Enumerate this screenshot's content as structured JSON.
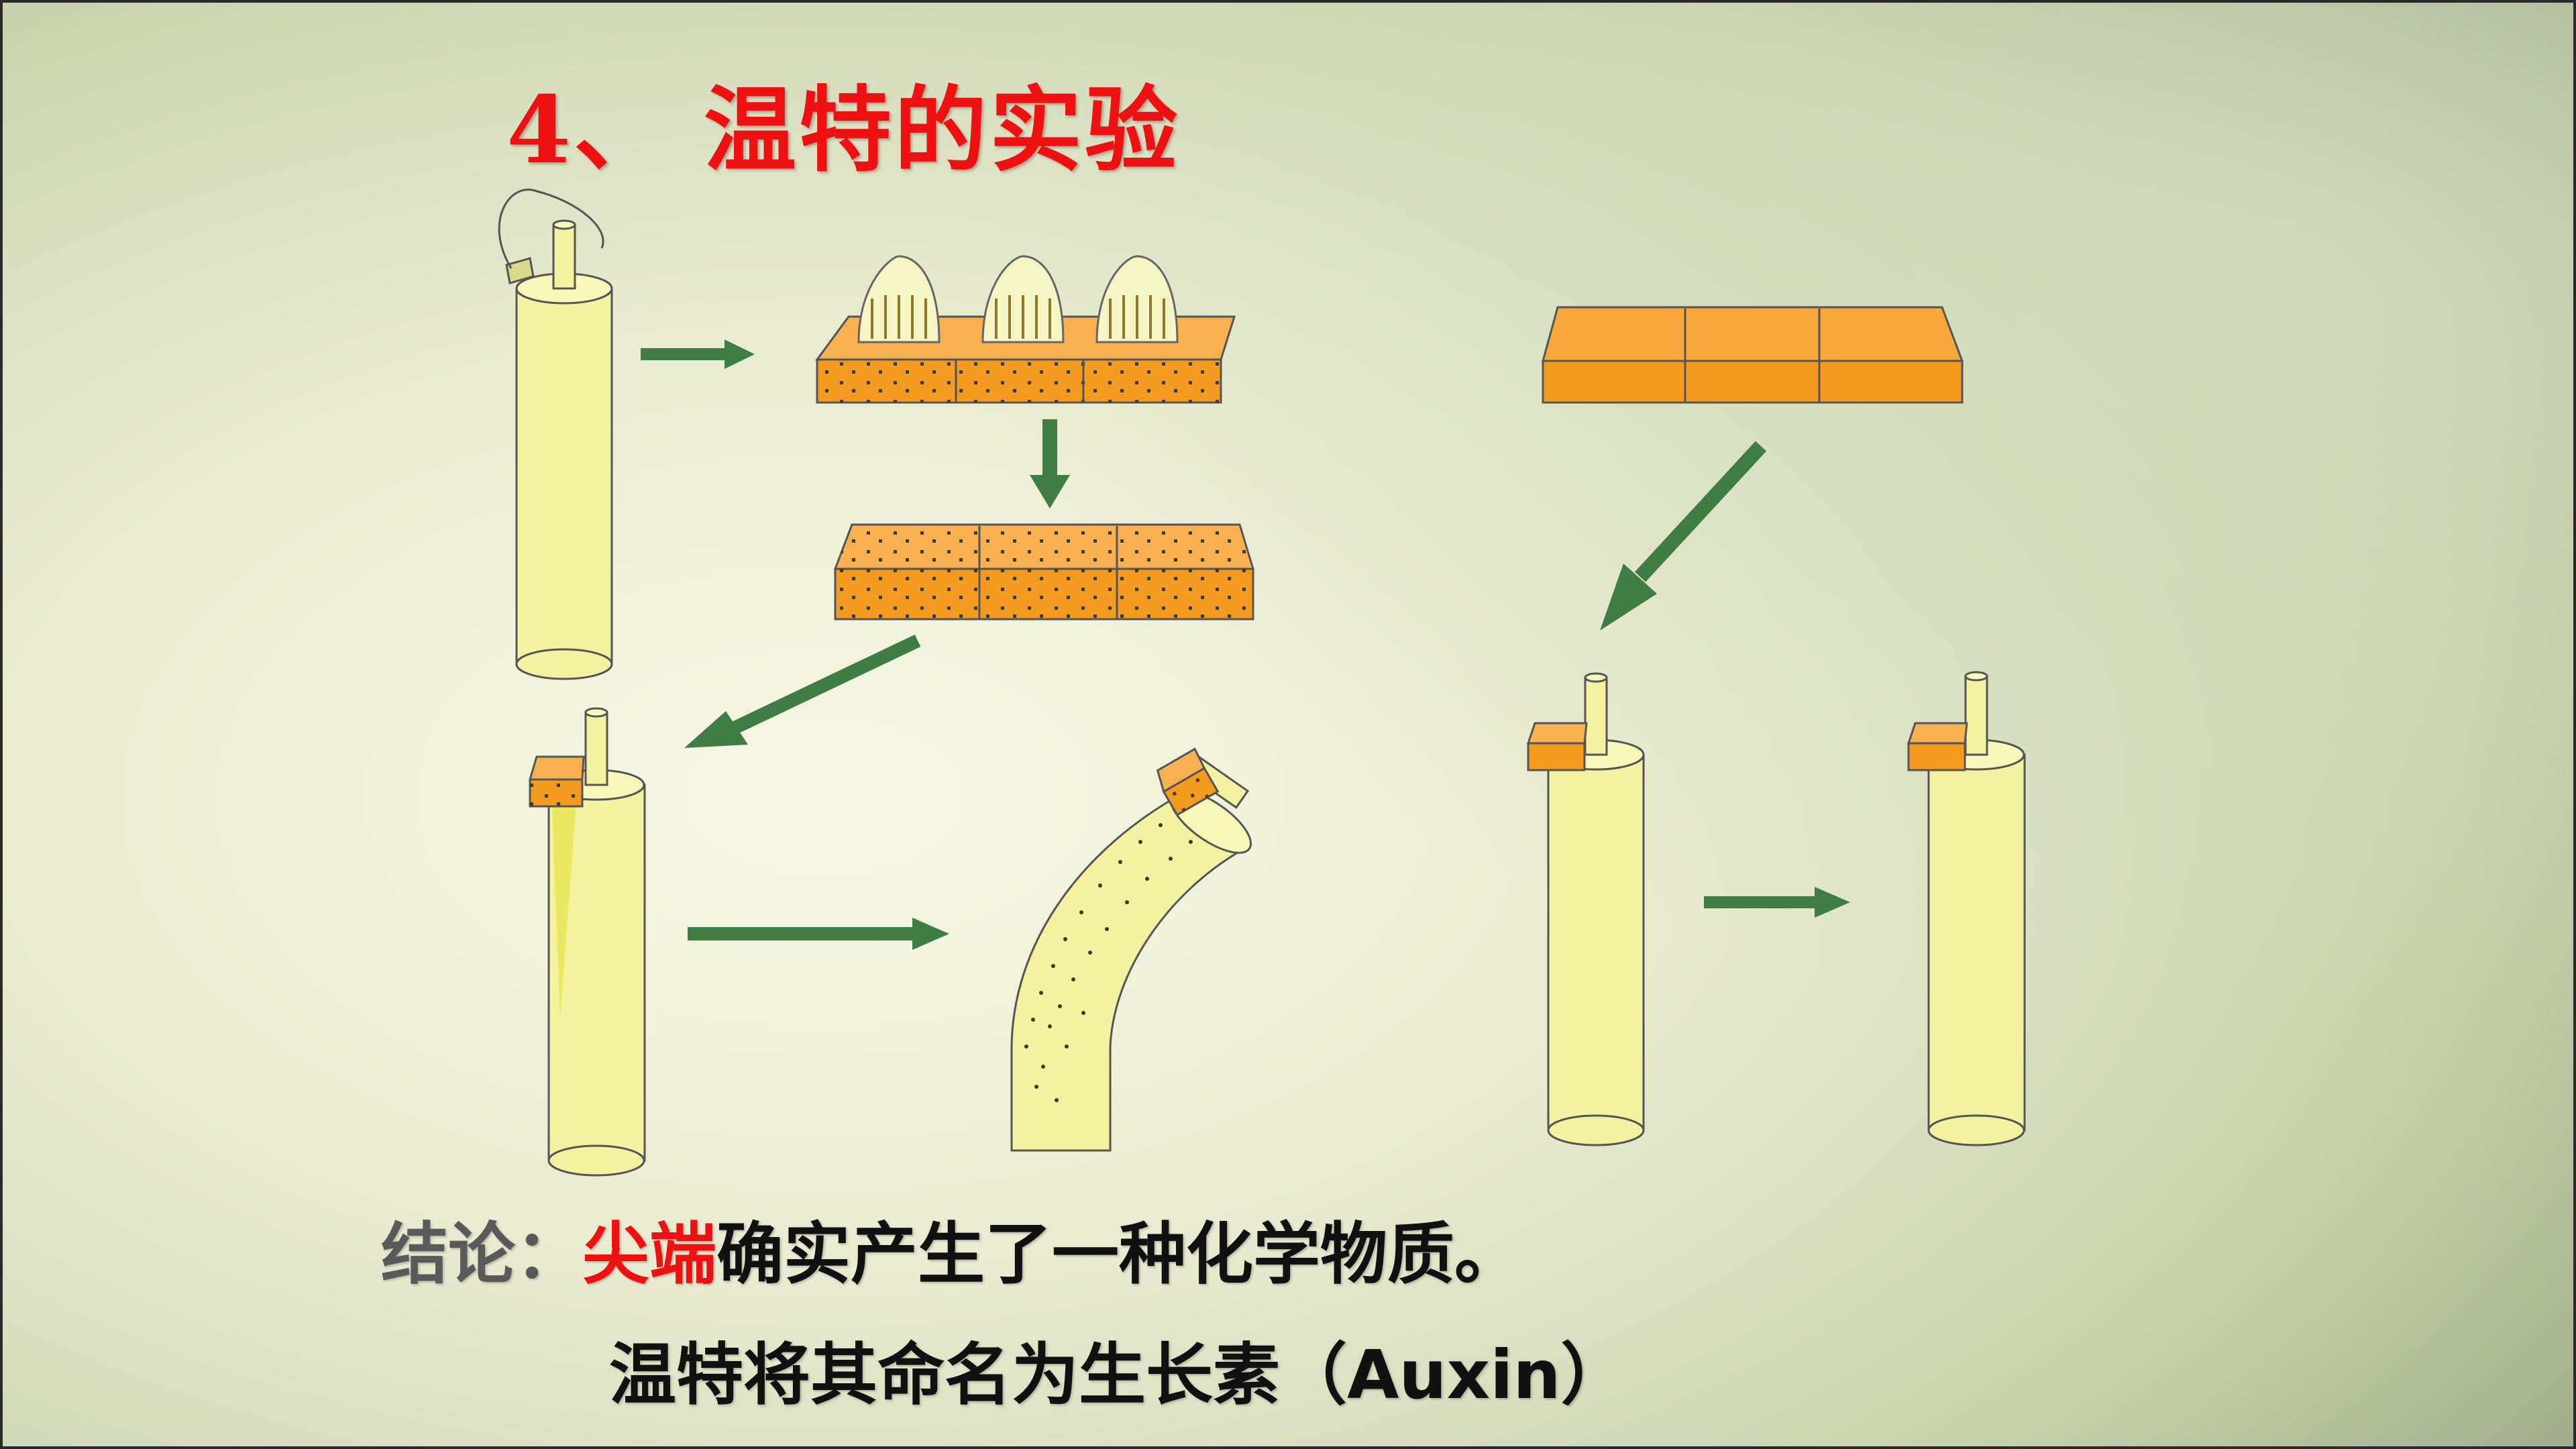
{
  "title": "4、 温特的实验",
  "conclusion": {
    "label": "结论：",
    "highlight": "尖端",
    "rest": "确实产生了一种化学物质。",
    "line2": "温特将其命名为生长素（Auxin）"
  },
  "colors": {
    "title": "#ee1111",
    "highlight": "#ee1111",
    "coleoptile": "#f2f2a0",
    "agar_block": "#f39a1f",
    "arrow": "#3f7d44"
  }
}
